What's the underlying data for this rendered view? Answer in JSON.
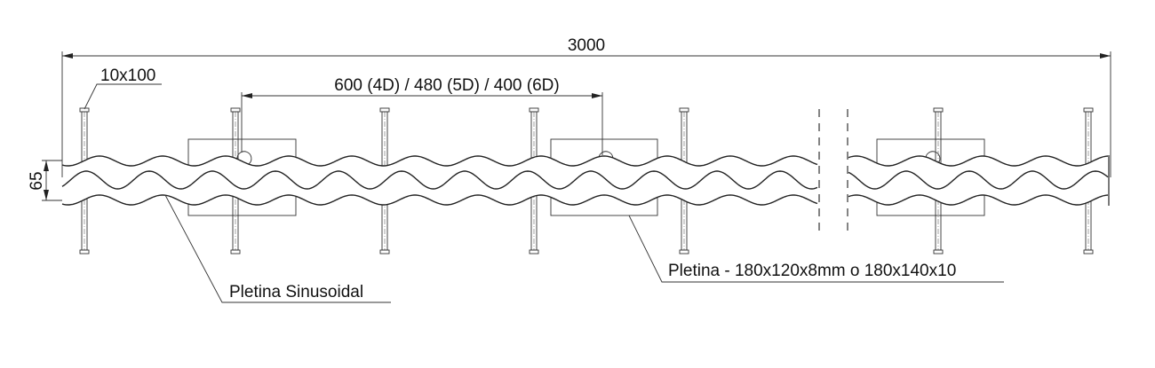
{
  "dimensions": {
    "total_length": "3000",
    "spacing": "600 (4D) / 480 (5D) / 400 (6D)",
    "height": "65",
    "bolt": "10x100"
  },
  "labels": {
    "sinusoidal_bar": "Pletina Sinusoidal",
    "plate": "Pletina - 180x120x8mm o 180x140x10"
  }
}
